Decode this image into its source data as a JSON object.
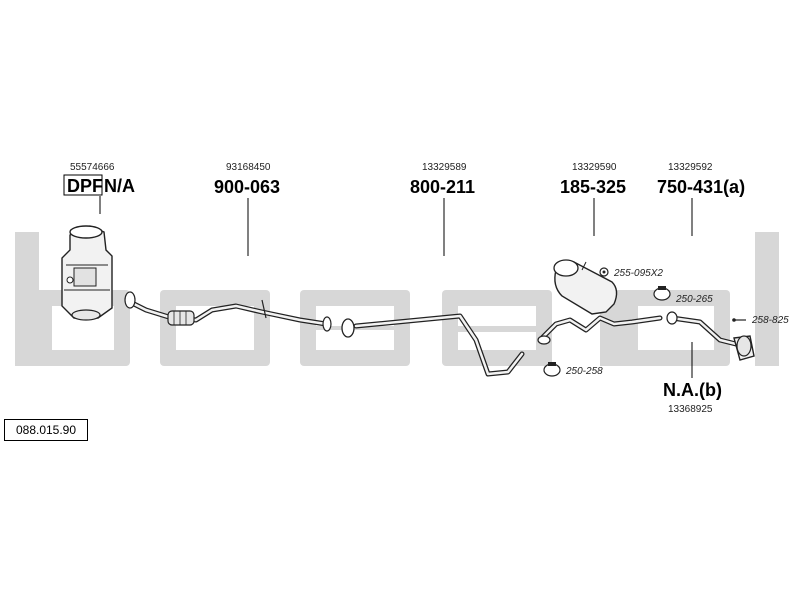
{
  "watermark": {
    "text": "bosal",
    "color": "#d7d7d7"
  },
  "diagram_ref": "088.015.90",
  "parts": [
    {
      "id": "dpf",
      "oem": "55574666",
      "tag": "DPF",
      "part": "N/A"
    },
    {
      "id": "front-pipe",
      "oem": "93168450",
      "part": "900-063"
    },
    {
      "id": "middle-pipe",
      "oem": "13329589",
      "part": "800-211"
    },
    {
      "id": "rear-silencer",
      "oem": "13329590",
      "part": "185-325"
    },
    {
      "id": "tail-section",
      "oem": "13329592",
      "part": "750-431(a)"
    },
    {
      "id": "tailpipe-tip",
      "oem": "13368925",
      "part": "N.A.(b)"
    }
  ],
  "accessories": [
    {
      "id": "hanger",
      "label": "255-095X2",
      "icon": "hanger-icon"
    },
    {
      "id": "clamp-rear",
      "label": "250-265",
      "icon": "clamp-icon"
    },
    {
      "id": "tip-fixing",
      "label": "258-825",
      "icon": "screw-icon"
    },
    {
      "id": "clamp-middle",
      "label": "250-258",
      "icon": "clamp-icon"
    }
  ]
}
